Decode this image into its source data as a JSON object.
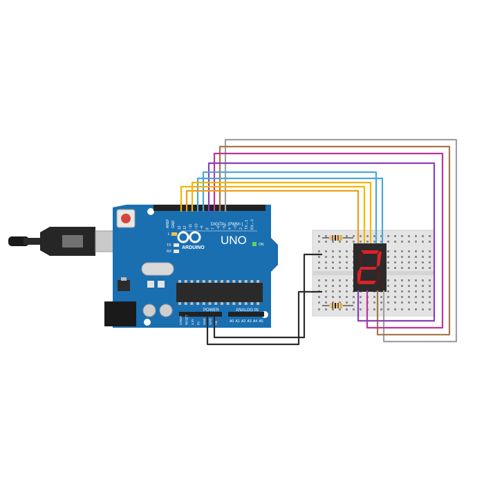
{
  "arduino": {
    "logo_text": "ARDUINO",
    "model": "UNO",
    "label_digital": "DIGITAL (PWM~)",
    "label_power": "POWER",
    "label_analog": "ANALOG IN",
    "label_on": "ON",
    "label_l": "L",
    "label_tx": "TX",
    "label_rx": "RX",
    "label_aref": "AREF",
    "label_gnd": "GND",
    "digital_pins": [
      "13",
      "12",
      "~11",
      "~10",
      "~9",
      "8",
      "7",
      "~6",
      "~5",
      "4",
      "~3",
      "2",
      "TX→1",
      "RX←0"
    ],
    "power_pins": [
      "IOREF",
      "RESET",
      "3.3V",
      "5V",
      "GND",
      "GND",
      "Vin"
    ],
    "analog_pins": [
      "A0",
      "A1",
      "A2",
      "A3",
      "A4",
      "A5"
    ]
  },
  "display": {
    "digit": "2",
    "segment_color": "#e0202a"
  },
  "wire_colors": {
    "yellow": "#f4b400",
    "orange": "#f09c1b",
    "blue": "#49a8d8",
    "magenta": "#c0329b",
    "purple": "#8a3fb5",
    "brown": "#a8754a",
    "gray": "#a0a0a0",
    "black": "#2a2a2a"
  },
  "board_color": "#1a6fb0"
}
